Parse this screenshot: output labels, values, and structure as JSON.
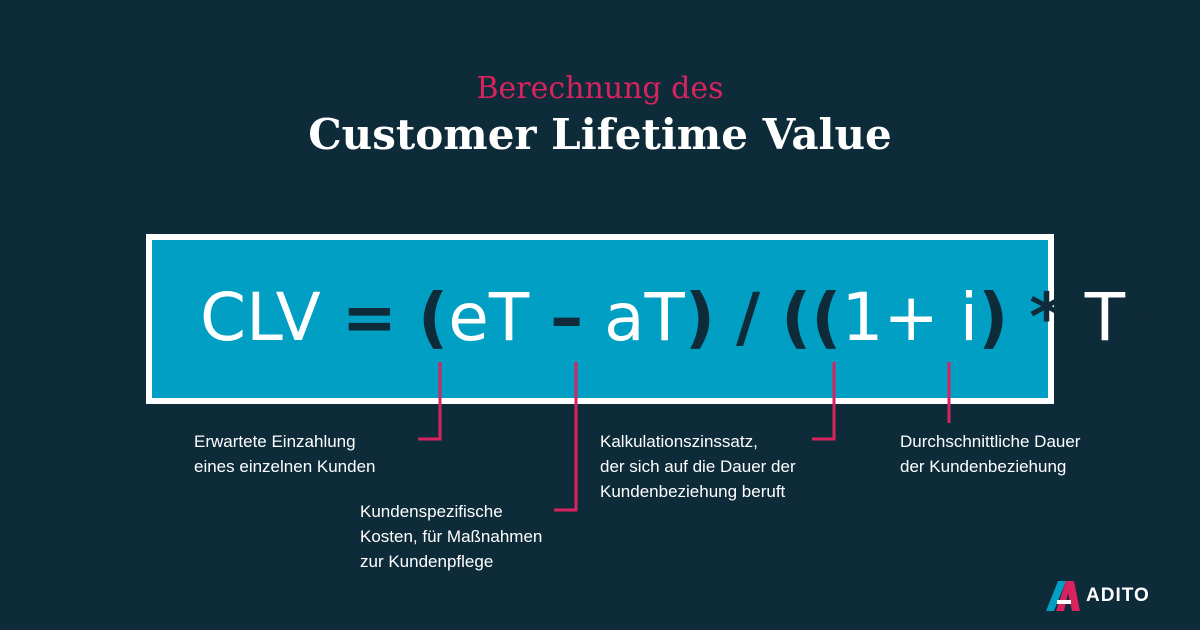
{
  "header": {
    "subtitle": "Berechnung des",
    "title": "Customer Lifetime Value"
  },
  "formula": {
    "clv": "CLV",
    "equals": "=",
    "open_paren_1": "(",
    "et": "eT",
    "minus": "–",
    "at": "aT",
    "close_paren_1": ")",
    "divide": "/",
    "open_paren_2": "((",
    "one_plus": "1+",
    "i": "i",
    "close_paren_2": ")",
    "times": "*",
    "t": "T",
    "close_paren_3": ")"
  },
  "annotations": {
    "et": {
      "line1": "Erwartete Einzahlung",
      "line2": "eines einzelnen Kunden"
    },
    "at": {
      "line1": "Kundenspezifische",
      "line2": "Kosten, für Maßnahmen",
      "line3": "zur Kundenpflege"
    },
    "i": {
      "line1": "Kalkulationszinssatz,",
      "line2": "der sich auf die Dauer der",
      "line3": "Kundenbeziehung beruft"
    },
    "t": {
      "line1": "Durchschnittliche Dauer",
      "line2": "der Kundenbeziehung"
    }
  },
  "colors": {
    "background": "#0e2b3a",
    "accent": "#d9235e",
    "box": "#009fc3",
    "white": "#ffffff"
  },
  "logo": {
    "text": "ADITO",
    "icon": "adito-logo-icon"
  }
}
